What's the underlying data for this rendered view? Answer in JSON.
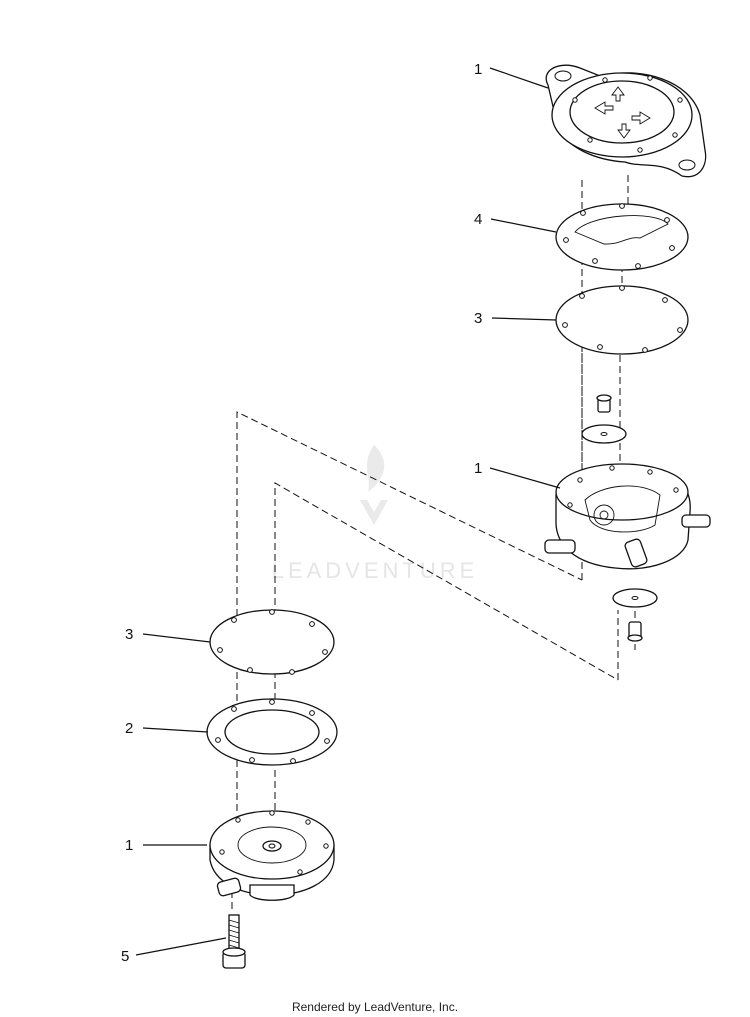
{
  "callouts": {
    "c1_top": "1",
    "c4": "4",
    "c3_top": "3",
    "c1_mid": "1",
    "c3_bottom": "3",
    "c2": "2",
    "c1_bottom": "1",
    "c5": "5"
  },
  "watermark": "LEADVENTURE",
  "footer": "Rendered by LeadVenture, Inc."
}
